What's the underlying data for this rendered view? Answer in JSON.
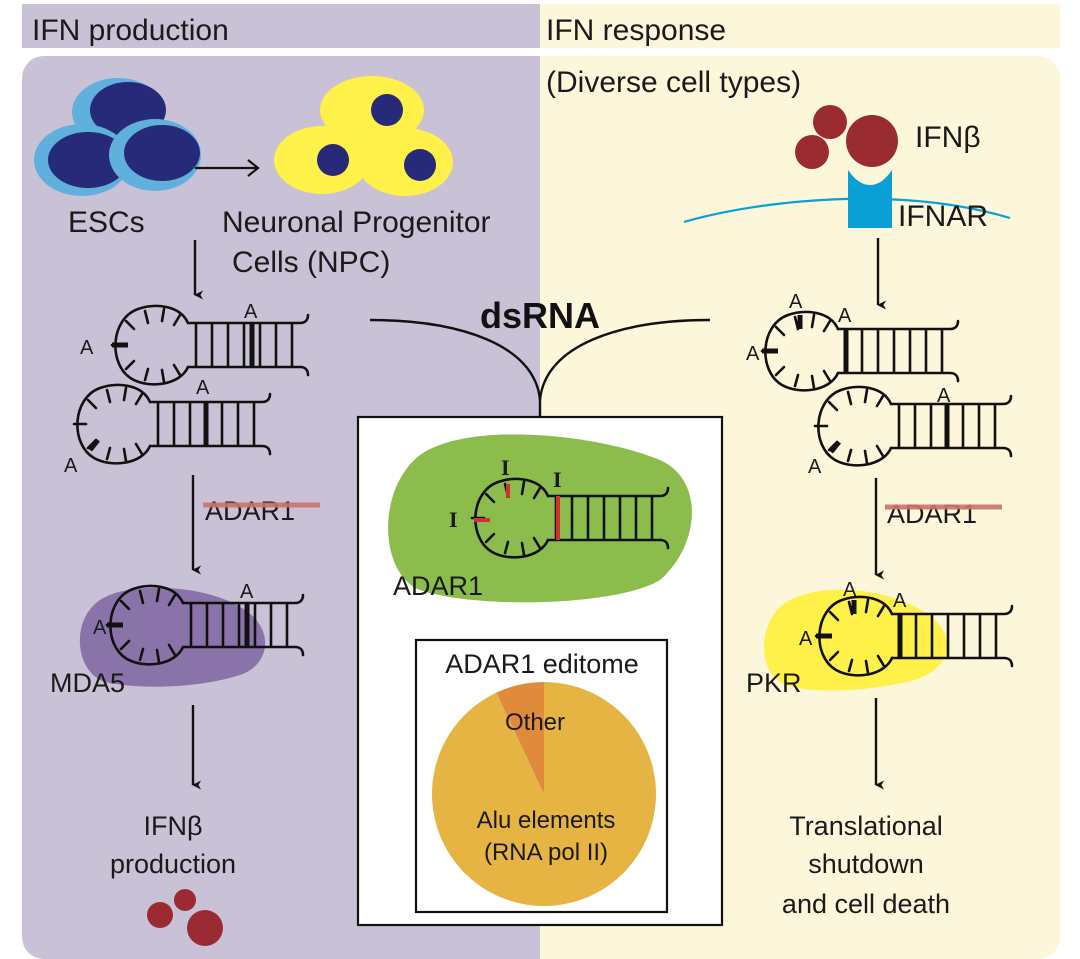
{
  "panels": {
    "left": {
      "header": "IFN production",
      "color": "#c9c1d6"
    },
    "right": {
      "header": "IFN response",
      "subheader": "(Diverse cell types)",
      "color": "#fcf6da"
    }
  },
  "left": {
    "esc_label": "ESCs",
    "npc_label_line1": "Neuronal Progenitor",
    "npc_label_line2": "Cells (NPC)",
    "a_label": "A",
    "adar1_struck": "ADAR1",
    "sensor": "MDA5",
    "outcome_line1": "IFNβ",
    "outcome_line2": "production"
  },
  "center": {
    "dsrna_label": "dsRNA",
    "enzyme": "ADAR1",
    "inosine": "I",
    "editome_title": "ADAR1 editome"
  },
  "right": {
    "ifnb_label": "IFNβ",
    "receptor_label": "IFNAR",
    "a_label": "A",
    "adar1_struck": "ADAR1",
    "sensor": "PKR",
    "outcome_line1": "Translational",
    "outcome_line2": "shutdown",
    "outcome_line3": "and cell death"
  },
  "colors": {
    "esc_outer": "#5fb0dc",
    "esc_nucleus": "#262a78",
    "npc_body": "#fff04a",
    "ifnb": "#9b2b33",
    "ifnar": "#0aa0d6",
    "adar1_blob": "#8cbd4c",
    "mda5_blob": "#8a73a8",
    "pkr_blob": "#fff04a",
    "strike": "#c9746e",
    "edit_mark": "#d0312d"
  },
  "chart_data": {
    "type": "pie",
    "title": "ADAR1 editome",
    "slices": [
      {
        "label": "Alu elements (RNA pol II)",
        "value": 93,
        "color": "#e6b443"
      },
      {
        "label": "Other",
        "value": 7,
        "color": "#e08a3c"
      }
    ]
  }
}
